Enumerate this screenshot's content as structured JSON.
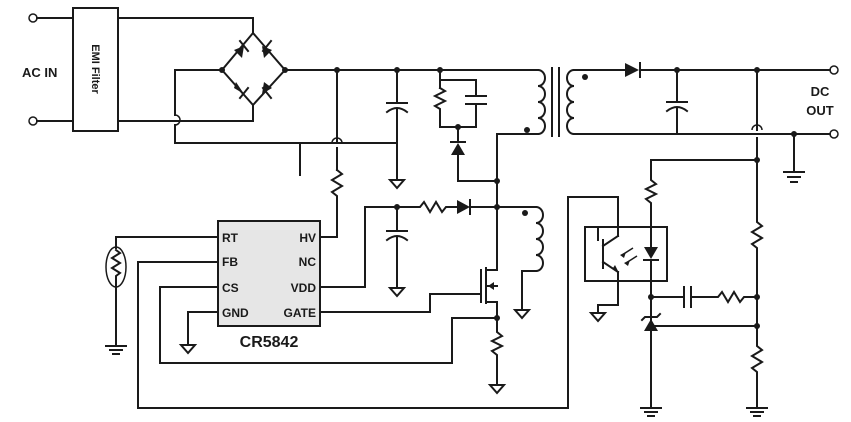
{
  "labels": {
    "ac_in": "AC IN",
    "emi_filter": "EMI Filter",
    "dc": "DC",
    "out": "OUT",
    "chip_name": "CR5842"
  },
  "chip_pins": {
    "rt": "RT",
    "fb": "FB",
    "cs": "CS",
    "gnd": "GND",
    "hv": "HV",
    "nc": "NC",
    "vdd": "VDD",
    "gate": "GATE"
  }
}
